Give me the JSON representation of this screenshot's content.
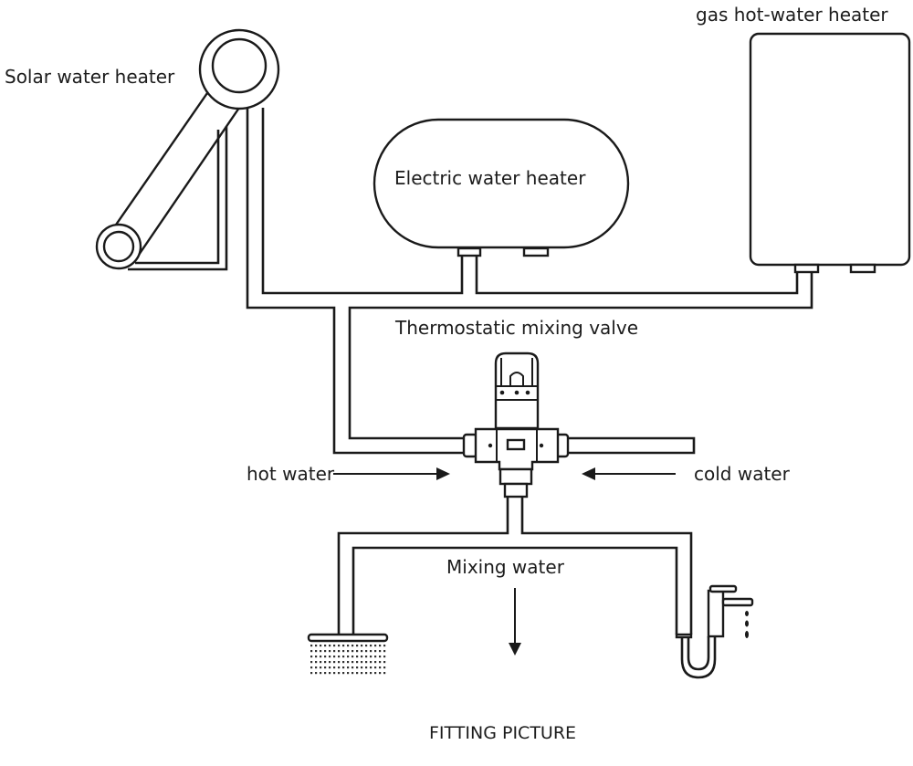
{
  "diagram": {
    "title": "FITTING PICTURE",
    "components": {
      "solar": "Solar water heater",
      "electric": "Electric water heater",
      "gas": "gas hot-water heater",
      "valve": "Thermostatic mixing valve"
    },
    "flows": {
      "hot": "hot water",
      "cold": "cold water",
      "mixed": "Mixing water"
    },
    "outlets": [
      "shower head",
      "basin faucet"
    ],
    "colors": {
      "line": "#1a1a1a",
      "background": "#ffffff"
    }
  }
}
